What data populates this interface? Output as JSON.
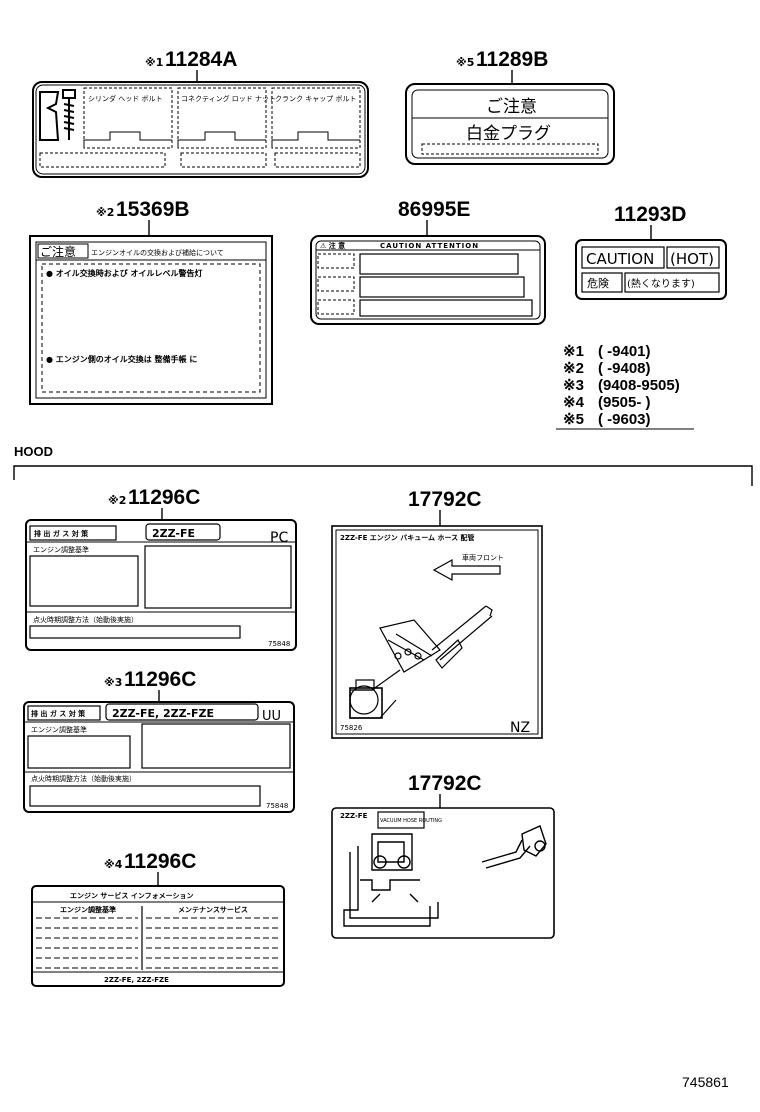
{
  "parts": {
    "p11284A": {
      "mark": "※1",
      "number": "11284A",
      "labels": [
        "シリンダ ヘッド ボルト",
        "コネクティング ロッド ナット",
        "クランク キャップ ボルト"
      ]
    },
    "p11289B": {
      "mark": "※5",
      "number": "11289B",
      "labels": [
        "ご注意",
        "白金プラグ"
      ]
    },
    "p15369B": {
      "mark": "※2",
      "number": "15369B",
      "labels": [
        "ご注意",
        "エンジンオイルの交換および補給について",
        "● オイル交換時および オイルレベル警告灯",
        "● エンジン側のオイル交換は 整備手帳 に"
      ]
    },
    "p86995E": {
      "mark": "",
      "number": "86995E",
      "labels": [
        "⚠ 注 意",
        "CAUTION  ATTENTION"
      ]
    },
    "p11293D": {
      "mark": "",
      "number": "11293D",
      "labels": [
        "CAUTION",
        "(HOT)",
        "危険",
        "(熱くなります)"
      ]
    },
    "p11296C_2": {
      "mark": "※2",
      "number": "11296C",
      "labels": [
        "排 出 ガ ス 対 策",
        "2ZZ-FE",
        "PC",
        "エンジン調整基準",
        "点火時期調整方法（始動後実施）",
        "75848"
      ]
    },
    "p11296C_3": {
      "mark": "※3",
      "number": "11296C",
      "labels": [
        "排 出 ガ ス 対 策",
        "2ZZ-FE, 2ZZ-FZE",
        "UU",
        "エンジン調整基準",
        "点火時期調整方法（始動後実施）",
        "75848"
      ]
    },
    "p11296C_4": {
      "mark": "※4",
      "number": "11296C",
      "labels": [
        "エンジン サービス インフォメーション",
        "エンジン調整基準",
        "メンテナンスサービス",
        "2ZZ-FE, 2ZZ-FZE"
      ]
    },
    "p17792C_1": {
      "mark": "",
      "number": "17792C",
      "labels": [
        "2ZZ-FE エンジン バキューム ホース 配管",
        "車両フロント",
        "NZ",
        "75826"
      ]
    },
    "p17792C_2": {
      "mark": "",
      "number": "17792C",
      "labels": [
        "2ZZ-FE",
        "VACUUM HOSE ROUTING"
      ]
    }
  },
  "legend": [
    {
      "mark": "※1",
      "range": "(        -9401)"
    },
    {
      "mark": "※2",
      "range": "(        -9408)"
    },
    {
      "mark": "※3",
      "range": "(9408-9505)"
    },
    {
      "mark": "※4",
      "range": "(9505-        )"
    },
    {
      "mark": "※5",
      "range": "(        -9603)"
    }
  ],
  "section": "HOOD",
  "figure_id": "745861"
}
